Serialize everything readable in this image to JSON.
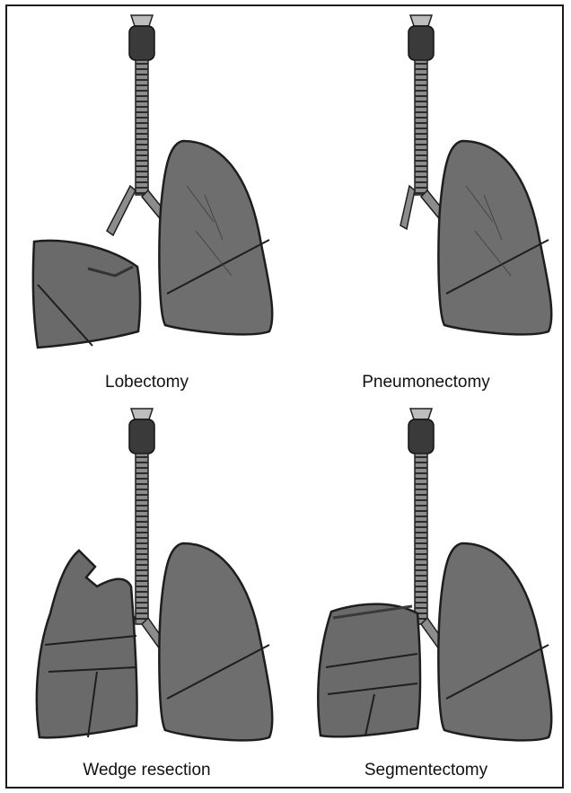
{
  "figure": {
    "panels": [
      {
        "id": "lobectomy",
        "caption": "Lobectomy"
      },
      {
        "id": "pneumonectomy",
        "caption": "Pneumonectomy"
      },
      {
        "id": "wedge",
        "caption": "Wedge resection"
      },
      {
        "id": "segmentectomy",
        "caption": "Segmentectomy"
      }
    ],
    "colors": {
      "lung_fill": "#6e6e6e",
      "lung_edge": "#1e1e1e",
      "trachea_ring": "#2a2a2a",
      "trachea_fill": "#8c8c8c",
      "border": "#1a1a1a"
    }
  }
}
